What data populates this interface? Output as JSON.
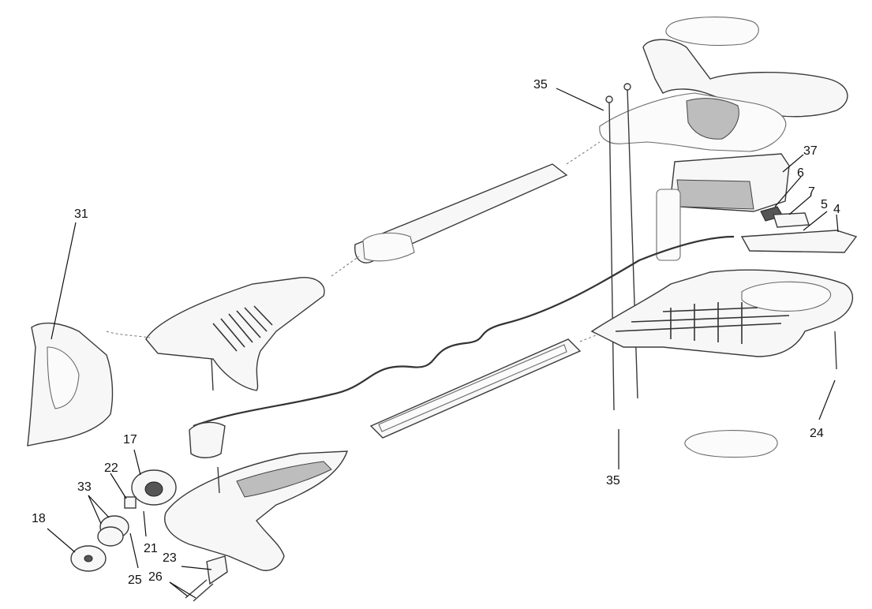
{
  "diagram": {
    "type": "exploded-parts-view",
    "callouts": {
      "c35_top": "35",
      "c35_bottom": "35",
      "c37": "37",
      "c6": "6",
      "c7": "7",
      "c5": "5",
      "c4": "4",
      "c31": "31",
      "c24": "24",
      "c17": "17",
      "c22": "22",
      "c33": "33",
      "c18": "18",
      "c21": "21",
      "c23": "23",
      "c25": "25",
      "c26": "26"
    }
  }
}
